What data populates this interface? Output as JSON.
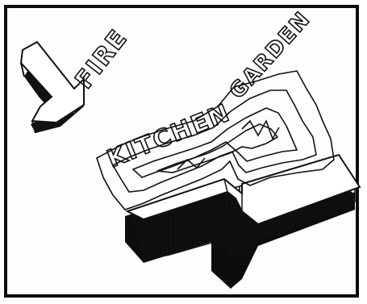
{
  "labels": {
    "fire": "FIRE",
    "kitchen": "KITCHEN",
    "garden": "GARDEN"
  },
  "colors": {
    "ink": "#111111",
    "paper": "#fdfdfd"
  }
}
